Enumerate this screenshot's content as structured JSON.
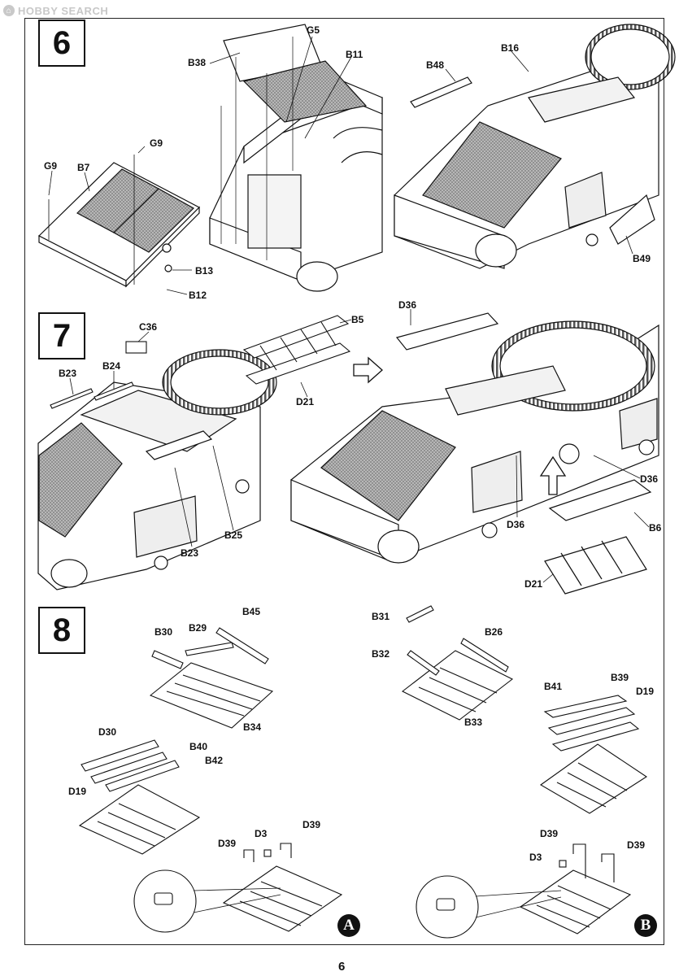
{
  "watermark": {
    "icon": "hobby-search-logo",
    "text": "HOBBY SEARCH"
  },
  "steps": [
    {
      "number": "6"
    },
    {
      "number": "7"
    },
    {
      "number": "8"
    }
  ],
  "step6": {
    "labels": [
      "B38",
      "G5",
      "B11",
      "B48",
      "B16",
      "G9",
      "G9",
      "B7",
      "B13",
      "B12",
      "B49"
    ]
  },
  "step7": {
    "labels": [
      "B5",
      "D36",
      "C36",
      "B23",
      "B24",
      "D21",
      "B23",
      "B25",
      "D36",
      "D36",
      "B6",
      "D21"
    ]
  },
  "step8": {
    "labels": [
      "B30",
      "B29",
      "B45",
      "B34",
      "B31",
      "B26",
      "B32",
      "B33",
      "D30",
      "B40",
      "B42",
      "D19",
      "B41",
      "B39",
      "D19",
      "D39",
      "D3",
      "D39",
      "D39",
      "D3",
      "D39"
    ]
  },
  "sub_markers": [
    "A",
    "B"
  ],
  "page_number": "6",
  "colors": {
    "ink": "#111111",
    "mesh": "#9a9a9a",
    "paper": "#ffffff"
  }
}
